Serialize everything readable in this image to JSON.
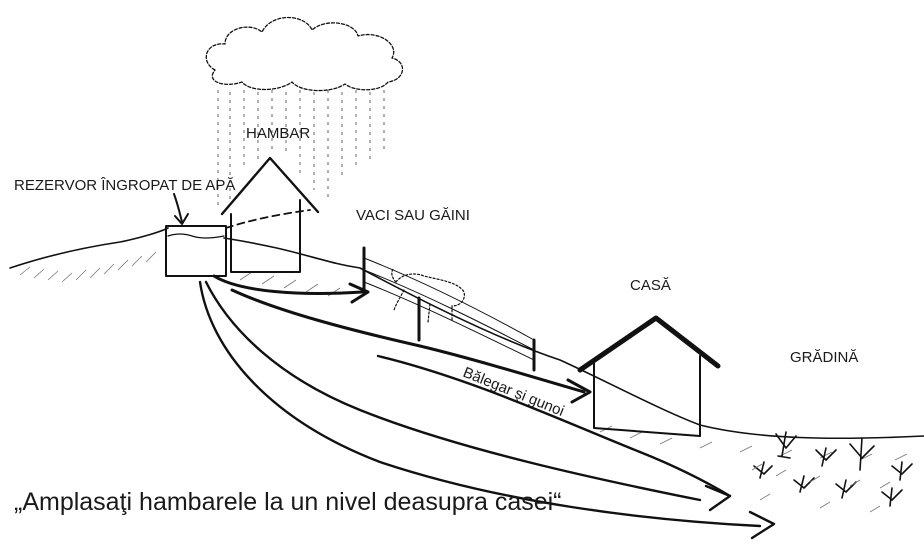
{
  "labels": {
    "tank": "REZERVOR ÎNGROPAT DE APĂ",
    "barn": "HAMBAR",
    "animals": "VACI SAU GĂINI",
    "house": "CASĂ",
    "garden": "GRĂDINĂ",
    "manure": "Bălegar şi gunoi"
  },
  "caption": "„Amplasaţi hambarele la un nivel deasupra casei“"
}
